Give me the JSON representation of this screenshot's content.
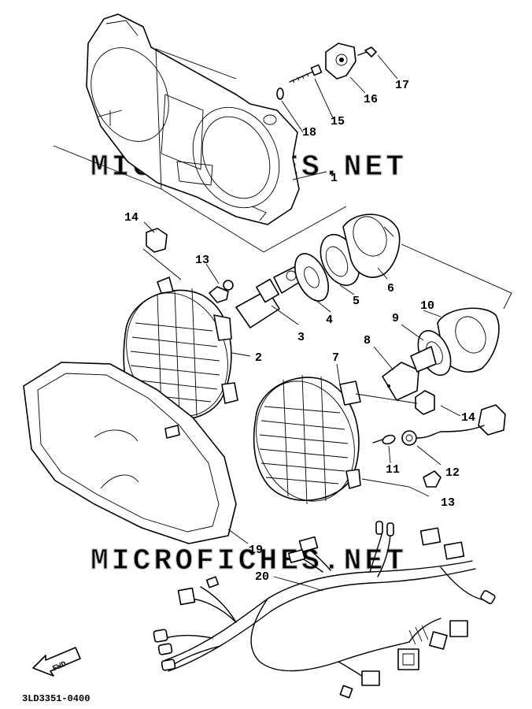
{
  "watermarks": [
    "MICROFICHES.NET",
    "MICROFICHES.NET"
  ],
  "diagram_code": "3LD3351-0400",
  "fwd_label": "FWD",
  "callouts": [
    {
      "id": "c1",
      "text": "1"
    },
    {
      "id": "c2",
      "text": "2"
    },
    {
      "id": "c3",
      "text": "3"
    },
    {
      "id": "c4",
      "text": "4"
    },
    {
      "id": "c5",
      "text": "5"
    },
    {
      "id": "c6",
      "text": "6"
    },
    {
      "id": "c7",
      "text": "7"
    },
    {
      "id": "c8",
      "text": "8"
    },
    {
      "id": "c9",
      "text": "9"
    },
    {
      "id": "c10",
      "text": "10"
    },
    {
      "id": "c11",
      "text": "11"
    },
    {
      "id": "c12",
      "text": "12"
    },
    {
      "id": "c13a",
      "text": "13"
    },
    {
      "id": "c13b",
      "text": "13"
    },
    {
      "id": "c14a",
      "text": "14"
    },
    {
      "id": "c14b",
      "text": "14"
    },
    {
      "id": "c15",
      "text": "15"
    },
    {
      "id": "c16",
      "text": "16"
    },
    {
      "id": "c17",
      "text": "17"
    },
    {
      "id": "c18",
      "text": "18"
    },
    {
      "id": "c19",
      "text": "19"
    },
    {
      "id": "c20",
      "text": "20"
    }
  ]
}
